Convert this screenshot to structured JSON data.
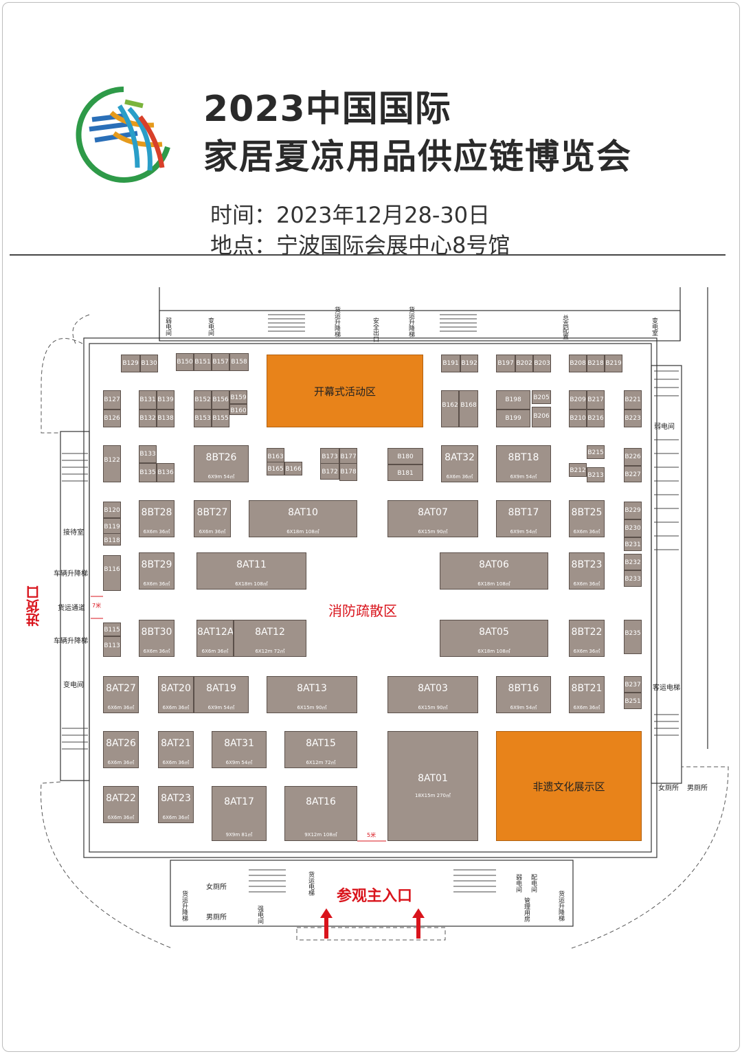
{
  "header": {
    "title_line1": "2023中国国际",
    "title_line2": "家居夏凉用品供应链博览会",
    "time": "时间：2023年12月28-30日",
    "place": "地点：宁波国际会展中心8号馆"
  },
  "colors": {
    "booth": "#9f928a",
    "feature": "#e8831a",
    "alert": "#d9141c"
  },
  "zones": {
    "opening": "开幕式活动区",
    "heritage": "非遗文化展示区",
    "fire": "消防疏散区",
    "main_entrance": "参观主入口",
    "goods_entrance": "进货口"
  },
  "rooms": {
    "top": [
      "弱电间",
      "变电间",
      "货运升降梯",
      "安全出口",
      "货运升降梯",
      "总高配置",
      "变电室"
    ],
    "left": [
      "接待室",
      "车辆升降梯",
      "货运通道",
      "车辆升降梯",
      "变电间"
    ],
    "right": [
      "弱电间",
      "客运电梯",
      "女厕所",
      "男厕所"
    ],
    "bottom": [
      "女厕所",
      "男厕所",
      "货运升降梯",
      "强电间",
      "货运电梯",
      "弱电间",
      "配电间",
      "管理用房",
      "货运升降梯"
    ]
  },
  "distances": {
    "left": "7米",
    "bottom": "5米"
  },
  "booths": [
    {
      "id": "B129",
      "size": ""
    },
    {
      "id": "B130",
      "size": ""
    },
    {
      "id": "B150",
      "size": ""
    },
    {
      "id": "B151",
      "size": ""
    },
    {
      "id": "B157",
      "size": ""
    },
    {
      "id": "B158",
      "size": ""
    },
    {
      "id": "B191",
      "size": ""
    },
    {
      "id": "B192",
      "size": ""
    },
    {
      "id": "B197",
      "size": ""
    },
    {
      "id": "B202",
      "size": ""
    },
    {
      "id": "B203",
      "size": ""
    },
    {
      "id": "B208",
      "size": ""
    },
    {
      "id": "B218",
      "size": ""
    },
    {
      "id": "B219",
      "size": ""
    },
    {
      "id": "B127",
      "size": ""
    },
    {
      "id": "B126",
      "size": ""
    },
    {
      "id": "B131",
      "size": ""
    },
    {
      "id": "B139",
      "size": ""
    },
    {
      "id": "B132",
      "size": ""
    },
    {
      "id": "B138",
      "size": ""
    },
    {
      "id": "B152",
      "size": ""
    },
    {
      "id": "B156",
      "size": ""
    },
    {
      "id": "B159",
      "size": ""
    },
    {
      "id": "B160",
      "size": ""
    },
    {
      "id": "B153",
      "size": ""
    },
    {
      "id": "B155",
      "size": ""
    },
    {
      "id": "B162",
      "size": ""
    },
    {
      "id": "B168",
      "size": ""
    },
    {
      "id": "B198",
      "size": ""
    },
    {
      "id": "B205",
      "size": ""
    },
    {
      "id": "B199",
      "size": ""
    },
    {
      "id": "B206",
      "size": ""
    },
    {
      "id": "B209",
      "size": ""
    },
    {
      "id": "B217",
      "size": ""
    },
    {
      "id": "B210",
      "size": ""
    },
    {
      "id": "B216",
      "size": ""
    },
    {
      "id": "B221",
      "size": ""
    },
    {
      "id": "B223",
      "size": ""
    },
    {
      "id": "B122",
      "size": ""
    },
    {
      "id": "B133",
      "size": ""
    },
    {
      "id": "B135",
      "size": ""
    },
    {
      "id": "B136",
      "size": ""
    },
    {
      "id": "8BT26",
      "size": "6X9m 54㎡"
    },
    {
      "id": "B163",
      "size": ""
    },
    {
      "id": "B165",
      "size": ""
    },
    {
      "id": "B166",
      "size": ""
    },
    {
      "id": "B173",
      "size": ""
    },
    {
      "id": "B177",
      "size": ""
    },
    {
      "id": "B172",
      "size": ""
    },
    {
      "id": "B178",
      "size": ""
    },
    {
      "id": "B180",
      "size": ""
    },
    {
      "id": "B181",
      "size": ""
    },
    {
      "id": "8AT32",
      "size": "6X6m 36㎡"
    },
    {
      "id": "8BT18",
      "size": "6X9m 54㎡"
    },
    {
      "id": "B215",
      "size": ""
    },
    {
      "id": "B212",
      "size": ""
    },
    {
      "id": "B213",
      "size": ""
    },
    {
      "id": "B226",
      "size": ""
    },
    {
      "id": "B227",
      "size": ""
    },
    {
      "id": "B120",
      "size": ""
    },
    {
      "id": "B119",
      "size": ""
    },
    {
      "id": "B118",
      "size": ""
    },
    {
      "id": "B116",
      "size": ""
    },
    {
      "id": "8BT28",
      "size": "6X6m 36㎡"
    },
    {
      "id": "8BT27",
      "size": "6X6m 36㎡"
    },
    {
      "id": "8AT10",
      "size": "6X18m 108㎡"
    },
    {
      "id": "8AT07",
      "size": "6X15m 90㎡"
    },
    {
      "id": "8BT17",
      "size": "6X9m 54㎡"
    },
    {
      "id": "8BT25",
      "size": "6X6m 36㎡"
    },
    {
      "id": "B229",
      "size": ""
    },
    {
      "id": "B230",
      "size": ""
    },
    {
      "id": "B231",
      "size": ""
    },
    {
      "id": "B232",
      "size": ""
    },
    {
      "id": "B233",
      "size": ""
    },
    {
      "id": "8BT29",
      "size": "6X6m 36㎡"
    },
    {
      "id": "8AT11",
      "size": "6X18m 108㎡"
    },
    {
      "id": "8AT06",
      "size": "6X18m 108㎡"
    },
    {
      "id": "8BT23",
      "size": "6X6m 36㎡"
    },
    {
      "id": "B115",
      "size": ""
    },
    {
      "id": "B113",
      "size": ""
    },
    {
      "id": "8BT30",
      "size": "6X6m 36㎡"
    },
    {
      "id": "8AT12A",
      "size": "6X6m 36㎡"
    },
    {
      "id": "8AT12",
      "size": "6X12m 72㎡"
    },
    {
      "id": "8AT05",
      "size": "6X18m 108㎡"
    },
    {
      "id": "8BT22",
      "size": "6X6m 36㎡"
    },
    {
      "id": "B235",
      "size": ""
    },
    {
      "id": "8AT27",
      "size": "6X6m 36㎡"
    },
    {
      "id": "8AT20",
      "size": "6X6m 36㎡"
    },
    {
      "id": "8AT19",
      "size": "6X9m 54㎡"
    },
    {
      "id": "8AT13",
      "size": "6X15m 90㎡"
    },
    {
      "id": "8AT03",
      "size": "6X15m 90㎡"
    },
    {
      "id": "8BT16",
      "size": "6X9m 54㎡"
    },
    {
      "id": "8BT21",
      "size": "6X6m 36㎡"
    },
    {
      "id": "B237",
      "size": ""
    },
    {
      "id": "B251",
      "size": ""
    },
    {
      "id": "8AT26",
      "size": "6X6m 36㎡"
    },
    {
      "id": "8AT21",
      "size": "6X6m 36㎡"
    },
    {
      "id": "8AT31",
      "size": "6X9m 54㎡"
    },
    {
      "id": "8AT15",
      "size": "6X12m 72㎡"
    },
    {
      "id": "8AT01",
      "size": "18X15m 270㎡"
    },
    {
      "id": "8AT22",
      "size": "6X6m 36㎡"
    },
    {
      "id": "8AT23",
      "size": "6X6m 36㎡"
    },
    {
      "id": "8AT17",
      "size": "9X9m 81㎡"
    },
    {
      "id": "8AT16",
      "size": "9X12m 108㎡"
    }
  ]
}
